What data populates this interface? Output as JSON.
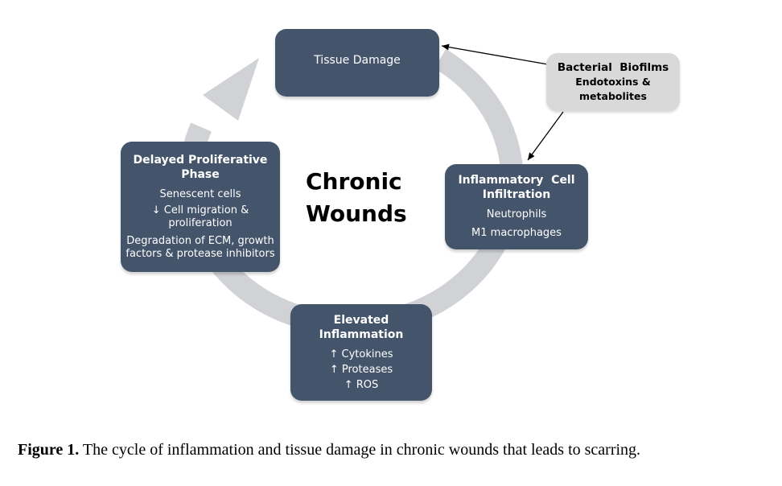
{
  "cycle_color": "#d0d2d5",
  "box_color": "#44546a",
  "biofilm_box_color": "#d9d9d9",
  "center_title": {
    "line1": "Chronic",
    "line2": "Wounds"
  },
  "tissue_damage": {
    "title": "Tissue Damage"
  },
  "inflammatory": {
    "title_line1": "Inflammatory  Cell",
    "title_line2": "Infiltration",
    "items": [
      "Neutrophils",
      "M1 macrophages"
    ]
  },
  "elevated": {
    "title_line1": "Elevated",
    "title_line2": "Inflammation",
    "items": [
      "↑ Cytokines",
      "↑ Proteases",
      "↑ ROS"
    ]
  },
  "delayed": {
    "title_line1": "Delayed Proliferative",
    "title_line2": "Phase",
    "item1": "Senescent cells",
    "item2_line1": "↓ Cell migration &",
    "item2_line2": "proliferation",
    "item3_line1": "Degradation of ECM, growth",
    "item3_line2": "factors & protease inhibitors"
  },
  "biofilms": {
    "title": "Bacterial  Biofilms",
    "line1": "Endotoxins &",
    "line2": "metabolites"
  },
  "caption": {
    "label": "Figure 1.",
    "text": " The cycle of inflammation and tissue damage in chronic wounds that leads to scarring."
  }
}
